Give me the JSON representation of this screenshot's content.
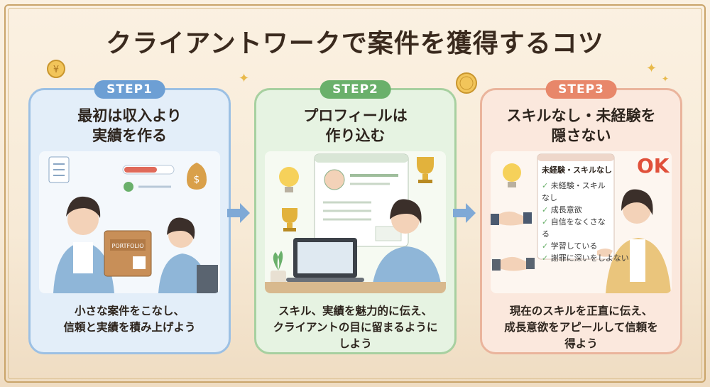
{
  "title": "クライアントワークで案件を獲得するコツ",
  "steps": [
    {
      "label": "STEP1",
      "heading_lines": [
        "最初は収入より",
        "実績を作る"
      ],
      "portfolio_label": "PORTFOLIO",
      "desc_lines": [
        "小さな案件をこなし、",
        "信頼と実績を積み上げよう"
      ]
    },
    {
      "label": "STEP2",
      "heading_lines": [
        "プロフィールは",
        "作り込む"
      ],
      "desc_lines": [
        "スキル、実績を魅力的に伝え、",
        "クライアントの目に留まるように",
        "しよう"
      ]
    },
    {
      "label": "STEP3",
      "heading_lines": [
        "スキルなし・未経験を",
        "隠さない"
      ],
      "ok_badge": "OK",
      "board_title": "未経験・スキルなし",
      "board_items": [
        "未経験・スキルなし",
        "成長意欲",
        "自信をなくさなる",
        "学習している",
        "謝罪に深いをしよない"
      ],
      "desc_lines": [
        "現在のスキルを正直に伝え、",
        "成長意欲をアピールして信頼を",
        "得よう"
      ]
    }
  ],
  "icons": [
    "coin-icon",
    "sparkle-icon",
    "arrow-right-icon",
    "lightbulb-icon",
    "trophy-icon",
    "handshake-icon",
    "money-bag-icon",
    "checklist-icon",
    "plant-icon"
  ],
  "colors": {
    "step1_accent": "#6d9fd4",
    "step2_accent": "#6ab06b",
    "step3_accent": "#e8876a",
    "title_text": "#3a2a1e",
    "frame_gold": "#c9a46a"
  }
}
